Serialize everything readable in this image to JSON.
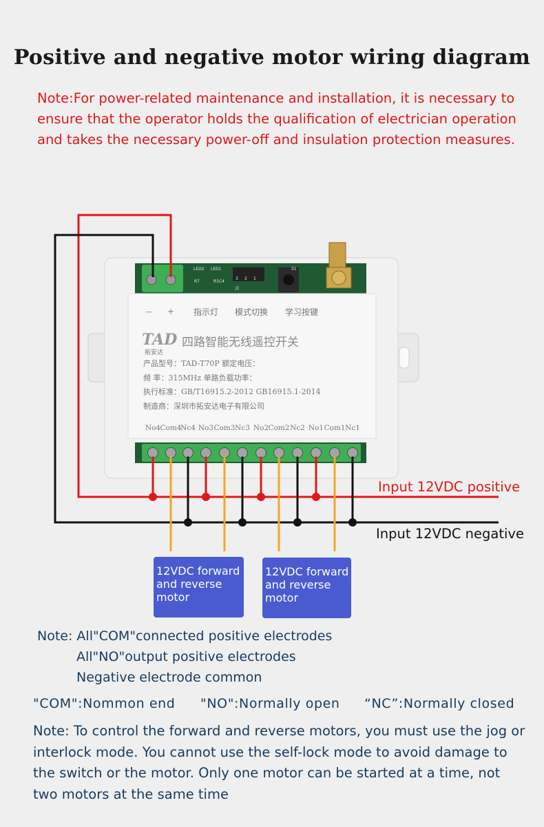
{
  "title": "Positive and negative motor wiring diagram",
  "warning": "Note:For power-related maintenance and installation, it is necessary to ensure that the operator holds the qualification of electrician operation and takes the necessary power-off and insulation protection measures.",
  "device": {
    "brand_logo": "TAD",
    "brand_cn": "拓安达",
    "name_cn": "四路智能无线遥控开关",
    "header_labels": [
      "指示灯",
      "模式切换",
      "学习按键"
    ],
    "power_terminal_labels": [
      "—",
      "+"
    ],
    "specs": [
      "产品型号：TAD-T70P    额定电压：",
      "频    率：315MHz     单路负载功率：",
      "执行标准：GB/T16915.2-2012   GB16915.1-2014",
      "制造商：深圳市拓安达电子有限公司"
    ],
    "terminals": [
      "No4",
      "Com4",
      "Nc4",
      "No3",
      "Com3",
      "Nc3",
      "No2",
      "Com2",
      "Nc2",
      "No1",
      "Com1",
      "Nc1"
    ],
    "pcb_labels": [
      "LED2",
      "LED1",
      "S1",
      "3",
      "2",
      "1",
      "J1",
      "R7",
      "R1C4"
    ]
  },
  "wires": {
    "positive_label": "Input 12VDC positive",
    "negative_label": "Input 12VDC negative",
    "colors": {
      "positive": "#e01818",
      "negative": "#111111",
      "motor": "#f5a623"
    }
  },
  "motors": [
    {
      "label": "12VDC forward and reverse motor"
    },
    {
      "label": "12VDC forward and reverse motor"
    }
  ],
  "notes": {
    "com_line1": "Note: All\"COM\"connected positive electrodes",
    "com_line2": "All\"NO\"output positive electrodes",
    "com_line3": "Negative electrode common",
    "legend": [
      "\"COM\":Nommon end",
      "\"NO\":Normally open",
      "“NC”:Normally closed"
    ],
    "control": "Note: To control the forward and reverse motors, you must use the jog or interlock mode. You cannot use the self-lock mode to avoid damage to the switch or the motor. Only one motor can be started at a time, not two motors at the same time"
  }
}
